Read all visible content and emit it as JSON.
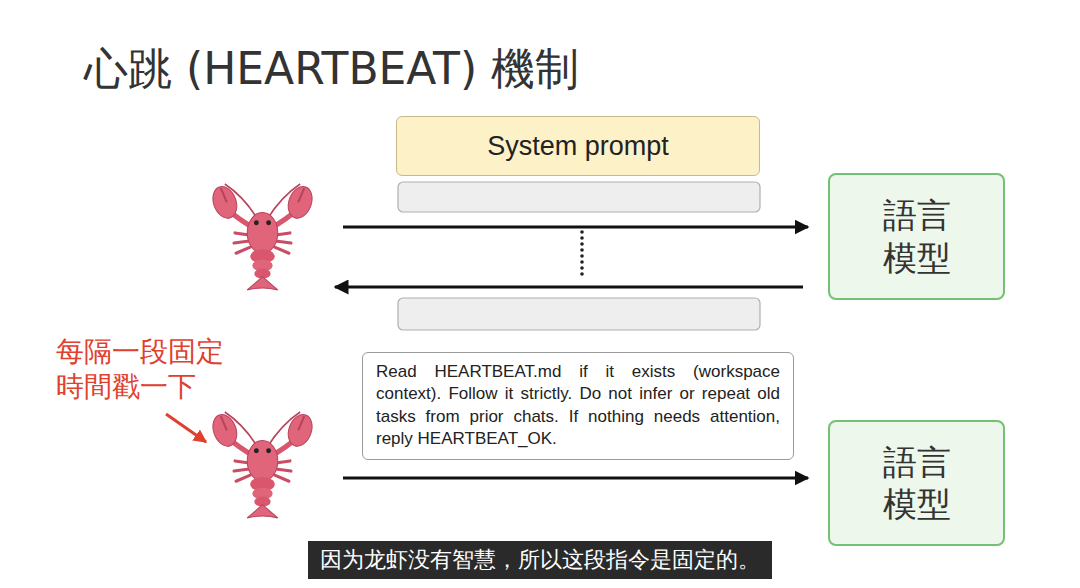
{
  "diagram": {
    "title": "心跳 (HEARTBEAT) 機制",
    "caption": "因为龙虾没有智慧，所以这段指令是固定的。",
    "nodes": [
      {
        "text": [
          "System prompt"
        ]
      },
      {
        "text": [
          "語言 模型"
        ]
      },
      {
        "text": [
          "Read HEARTBEAT.md if it exists (workspace context). Follow it strictly. Do not infer or repeat old tasks from prior chats. If nothing needs attention, reply HEARTBEAT_OK."
        ]
      },
      {
        "text": [
          "語言 模型"
        ]
      }
    ],
    "labels": [
      "每隔一段固定 時間戳一下"
    ]
  }
}
